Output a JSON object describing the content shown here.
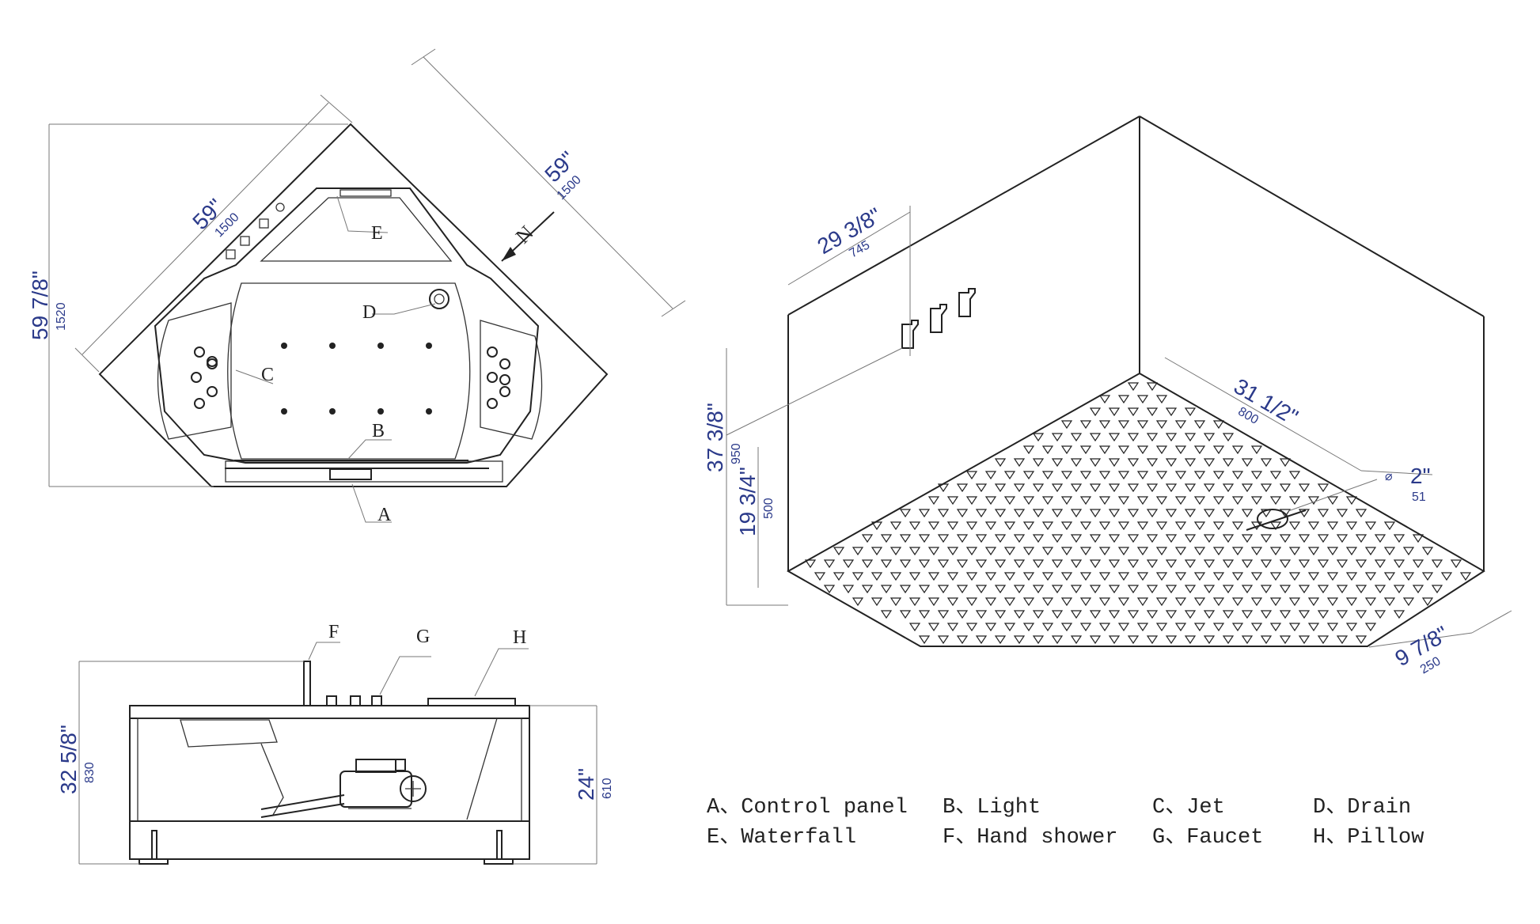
{
  "callouts": {
    "A": "A",
    "B": "B",
    "C": "C",
    "D": "D",
    "E": "E",
    "F": "F",
    "G": "G",
    "H": "H"
  },
  "north": "N",
  "top_view": {
    "width_in": "59\"",
    "width_mm": "1500",
    "side_in": "59\"",
    "side_mm": "1500",
    "depth_in": "59 7/8\"",
    "depth_mm": "1520"
  },
  "side_view": {
    "height_in": "32 5/8\"",
    "height_mm": "830",
    "tub_in": "24\"",
    "tub_mm": "610"
  },
  "install_view": {
    "wall_offset_in": "29 3/8\"",
    "wall_offset_mm": "745",
    "height_in": "37 3/8\"",
    "height_mm": "950",
    "low_in": "19 3/4\"",
    "low_mm": "500",
    "drain_dist_in": "31 1/2\"",
    "drain_dist_mm": "800",
    "drain_dia_symbol": "⌀",
    "drain_dia_in": "2\"",
    "drain_dia_mm": "51",
    "front_in": "9 7/8\"",
    "front_mm": "250"
  },
  "legend": [
    "A、Control panel",
    "B、Light",
    "C、Jet",
    "D、Drain",
    "E、Waterfall",
    "F、Hand shower",
    "G、Faucet",
    "H、Pillow"
  ],
  "colors": {
    "dimension_text": "#2b3a8a",
    "line": "#222222"
  }
}
